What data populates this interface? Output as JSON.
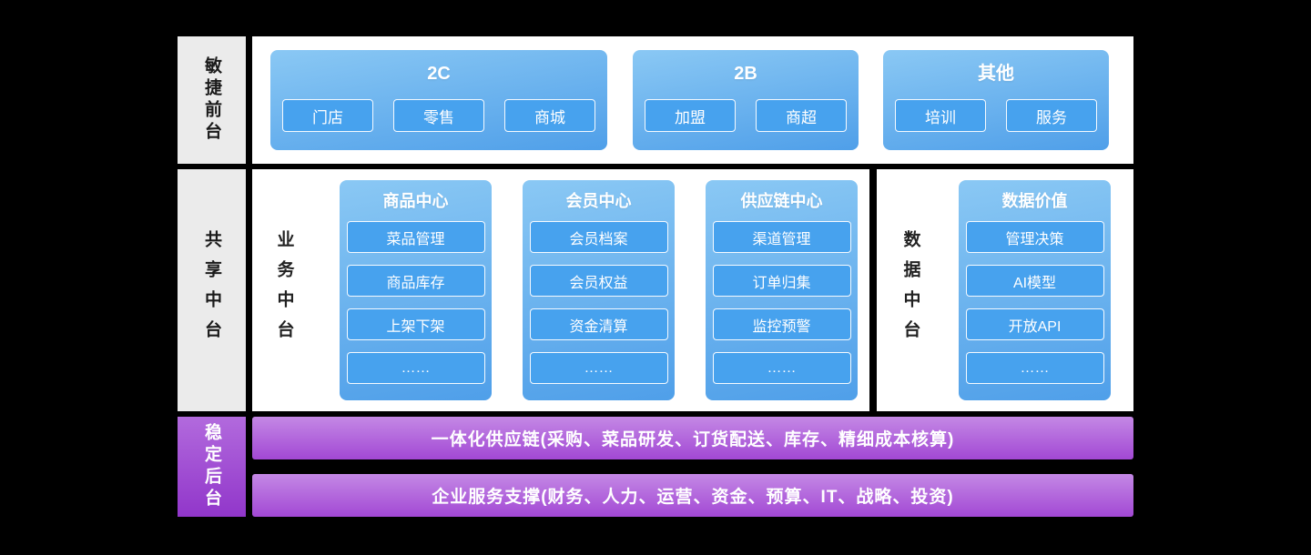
{
  "front": {
    "label": "敏捷前台",
    "cards": [
      {
        "title": "2C",
        "chips": [
          "门店",
          "零售",
          "商城"
        ]
      },
      {
        "title": "2B",
        "chips": [
          "加盟",
          "商超"
        ]
      },
      {
        "title": "其他",
        "chips": [
          "培训",
          "服务"
        ]
      }
    ]
  },
  "middle": {
    "label": "共享中台",
    "business": {
      "label": "业务中台",
      "cards": [
        {
          "title": "商品中心",
          "chips": [
            "菜品管理",
            "商品库存",
            "上架下架",
            "……"
          ]
        },
        {
          "title": "会员中心",
          "chips": [
            "会员档案",
            "会员权益",
            "资金清算",
            "……"
          ]
        },
        {
          "title": "供应链中心",
          "chips": [
            "渠道管理",
            "订单归集",
            "监控预警",
            "……"
          ]
        }
      ]
    },
    "data": {
      "label": "数据中台",
      "cards": [
        {
          "title": "数据价值",
          "chips": [
            "管理决策",
            "AI模型",
            "开放API",
            "……"
          ]
        }
      ]
    }
  },
  "back": {
    "label": "稳定后台",
    "bars": [
      "一体化供应链(采购、菜品研发、订货配送、库存、精细成本核算)",
      "企业服务支撑(财务、人力、运营、资金、预算、IT、战略、投资)"
    ]
  },
  "colors": {
    "background": "#000000",
    "panel_white": "#ffffff",
    "label_gray": "#ebebeb",
    "card_blue_top": "#8ac8f4",
    "card_blue_bottom": "#4f9fe9",
    "chip_blue": "#47a2ee",
    "purple_light": "#c488e5",
    "purple_dark": "#a248d4"
  }
}
